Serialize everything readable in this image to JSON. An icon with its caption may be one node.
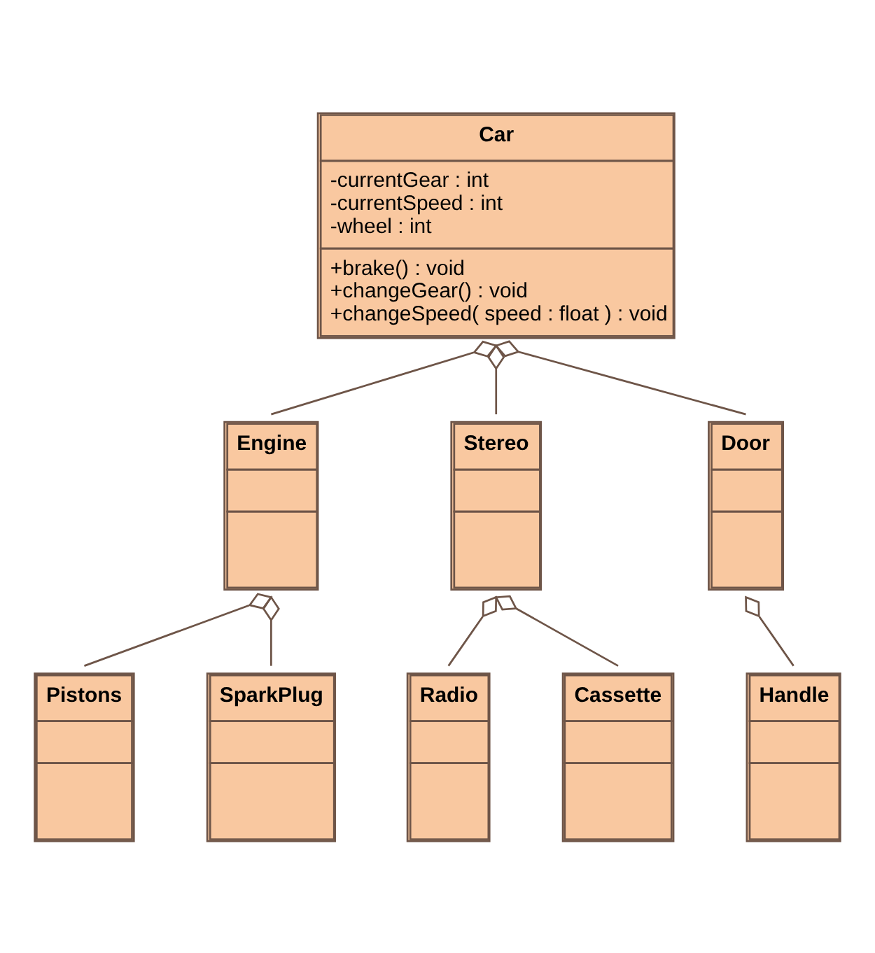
{
  "diagram": {
    "nodes": [
      {
        "text": [
          "Car",
          "-currentGear : int -currentSpeed : int -wheel : int",
          "+brake() : void +changeGear() : void +changeSpeed( speed : float ) : void"
        ]
      },
      {
        "text": [
          "Engine"
        ]
      },
      {
        "text": [
          "Stereo"
        ]
      },
      {
        "text": [
          "Door"
        ]
      },
      {
        "text": [
          "Pistons"
        ]
      },
      {
        "text": [
          "SparkPlug"
        ]
      },
      {
        "text": [
          "Radio"
        ]
      },
      {
        "text": [
          "Cassette"
        ]
      },
      {
        "text": [
          "Handle"
        ]
      }
    ],
    "edges": [
      {
        "from": 0,
        "to": 1,
        "arrow": "other"
      },
      {
        "from": 0,
        "to": 2,
        "arrow": "other"
      },
      {
        "from": 0,
        "to": 3,
        "arrow": "other"
      },
      {
        "from": 1,
        "to": 4,
        "arrow": "other"
      },
      {
        "from": 1,
        "to": 5,
        "arrow": "other"
      },
      {
        "from": 2,
        "to": 6,
        "arrow": "other"
      },
      {
        "from": 2,
        "to": 7,
        "arrow": "other"
      },
      {
        "from": 3,
        "to": 8,
        "arrow": "other"
      }
    ]
  }
}
